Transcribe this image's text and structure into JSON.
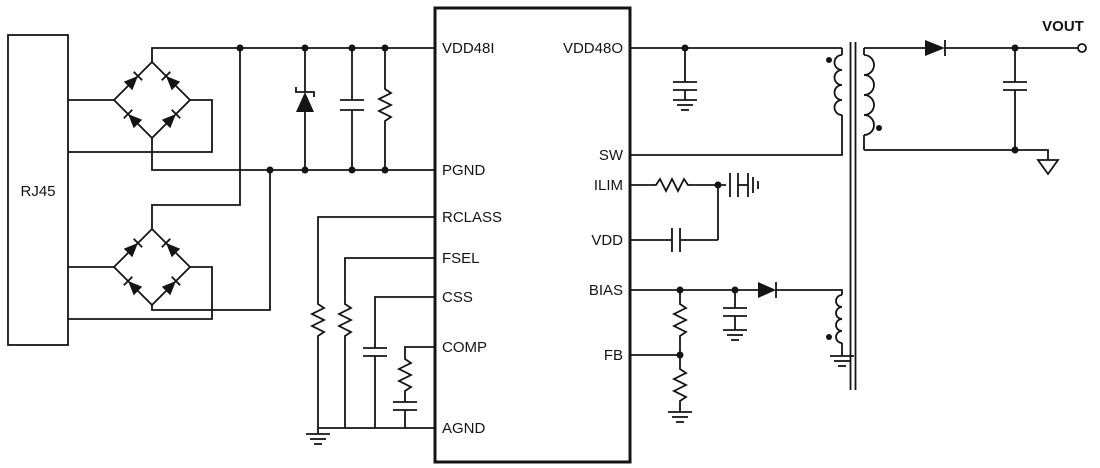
{
  "schematic": {
    "type": "circuit-diagram",
    "connector": {
      "label": "RJ45"
    },
    "output": {
      "label": "VOUT"
    },
    "ic": {
      "left_pins": [
        "VDD48I",
        "PGND",
        "RCLASS",
        "FSEL",
        "CSS",
        "COMP",
        "AGND"
      ],
      "right_pins": [
        "VDD48O",
        "SW",
        "ILIM",
        "VDD",
        "BIAS",
        "FB"
      ]
    },
    "colors": {
      "line": "#141414",
      "background": "#ffffff"
    }
  }
}
